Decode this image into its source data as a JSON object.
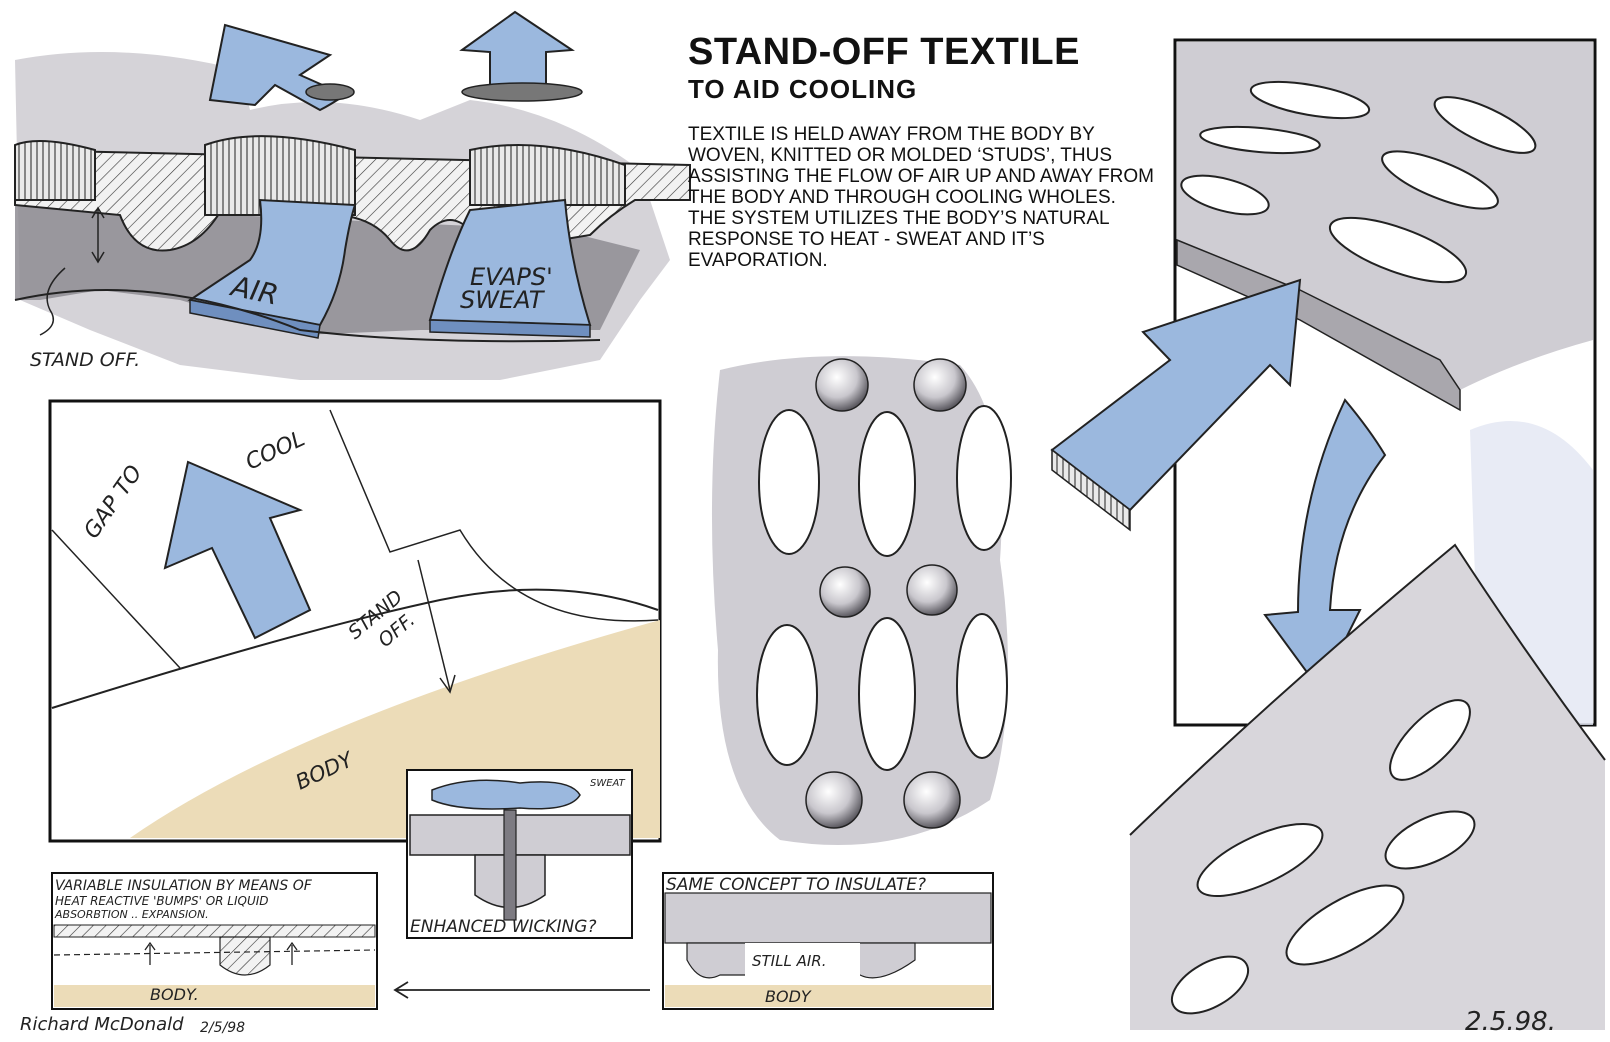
{
  "heading": {
    "title": "STAND-OFF TEXTILE",
    "subtitle": "TO AID COOLING"
  },
  "description": "TEXTILE IS HELD AWAY FROM THE BODY BY WOVEN, KNITTED OR MOLDED ‘STUDS’, THUS ASSISTING THE FLOW OF AIR UP AND AWAY FROM THE BODY AND THROUGH COOLING WHOLES. THE SYSTEM UTILIZES THE BODY’S NATURAL RESPONSE TO HEAT - SWEAT AND IT’S EVAPORATION.",
  "top_section": {
    "air_label": "AIR",
    "evaps_label": "EVAPS'",
    "sweat_label": "SWEAT",
    "standoff_label": "STAND OFF."
  },
  "middle_panel": {
    "gap_label": "GAP TO",
    "cool_label": "COOL",
    "stand_label": "STAND",
    "off_label": "OFF.",
    "body_label": "BODY"
  },
  "wicking_inset": {
    "sweat_label": "SWEAT",
    "caption": "ENHANCED WICKING?"
  },
  "insulation_panel": {
    "line1": "VARIABLE INSULATION BY MEANS OF",
    "line2": "HEAT REACTIVE 'BUMPS' OR LIQUID",
    "line3": "ABSORBTION .. EXPANSION.",
    "body_label": "BODY."
  },
  "concept_panel": {
    "question": "SAME CONCEPT TO INSULATE?",
    "still_air": "STILL AIR.",
    "body_label": "BODY"
  },
  "signatures": {
    "left_name": "Richard McDonald",
    "left_date": "2/5/98",
    "right_date": "2.5.98."
  },
  "colors": {
    "air_blue": "#9bb8de",
    "air_blue_dark": "#6f8fbf",
    "shadow_grey": "#8c8a90",
    "light_grey": "#cfcdd3",
    "skin": "#ecdcb8"
  }
}
